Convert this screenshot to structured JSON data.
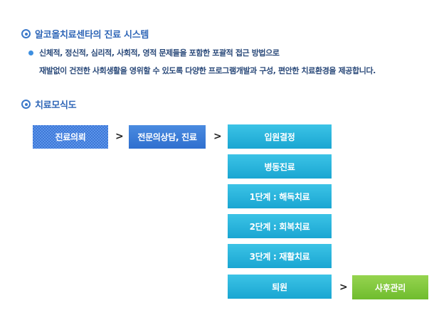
{
  "section1": {
    "title": "알코올치료센타의 진료 시스템",
    "bullet_line": "신체적, 정신적, 심리적, 사회적, 영적 문제들을 포함한 포괄적 접근 방법으로",
    "cont_line": "재발없이 건전한 사회생활을 영위할 수 있도록 다양한 프로그램개발과 구성, 편안한 치료환경을 제공합니다."
  },
  "section2": {
    "title": "치료모식도"
  },
  "flow": {
    "step1": "진료의뢰",
    "step2": "전문의상담, 진료",
    "stages": [
      "입원결정",
      "병동진료",
      "1단계 : 해독치료",
      "2단계 : 회복치료",
      "3단계 : 재활치료",
      "퇴원"
    ],
    "aftercare": "사후관리",
    "arrow": ">"
  },
  "colors": {
    "title": "#2f66b7",
    "checker_box": "#3d77d6",
    "blue_box": "#2f6fcf",
    "cyan_box": "#1aa6d2",
    "green_box": "#6fbc2e"
  }
}
